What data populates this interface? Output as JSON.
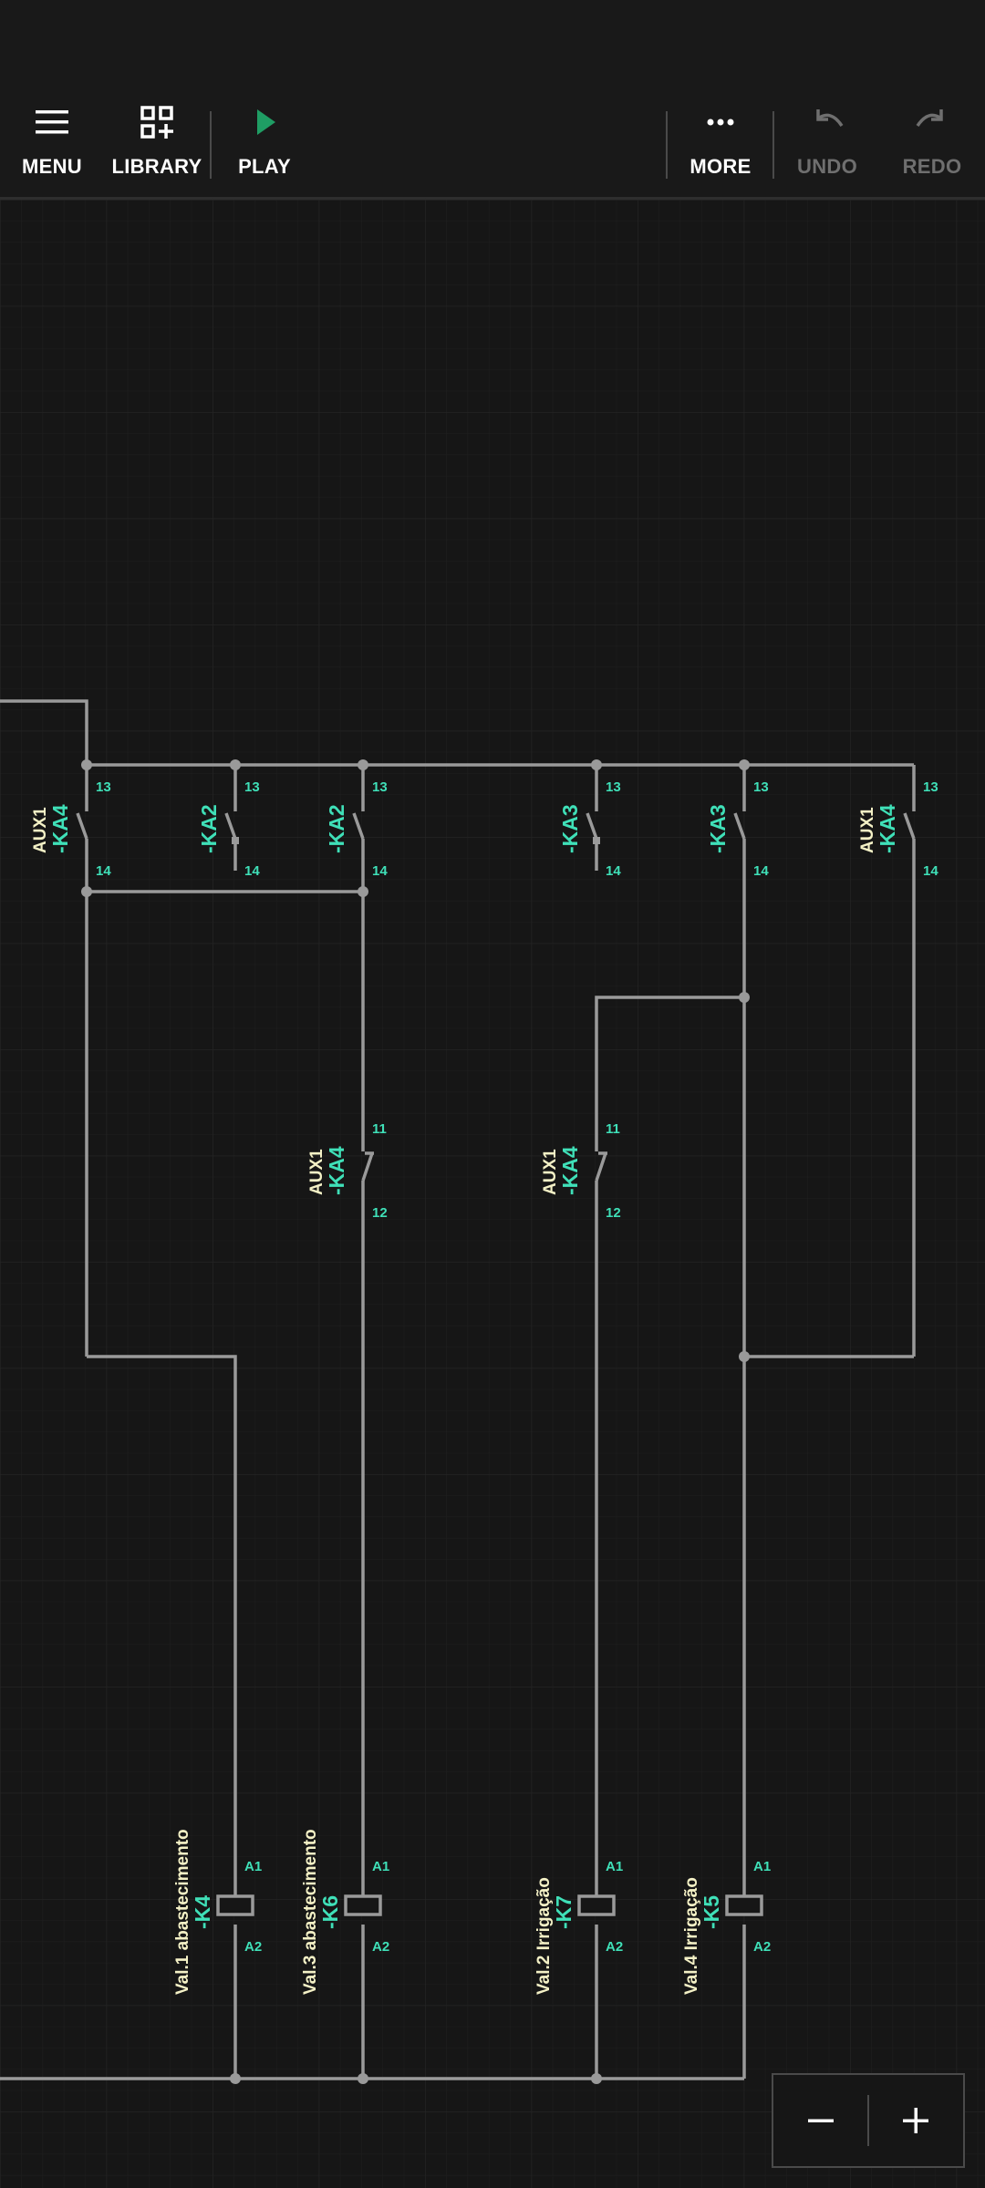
{
  "toolbar": {
    "menu_label": "MENU",
    "library_label": "LIBRARY",
    "play_label": "PLAY",
    "more_label": "MORE",
    "undo_label": "UNDO",
    "redo_label": "REDO",
    "icons": {
      "menu": "hamburger-icon",
      "library": "grid-plus-icon",
      "play": "play-icon",
      "more": "ellipsis-icon",
      "undo": "undo-icon",
      "redo": "redo-icon"
    },
    "play_color": "#1f9d64"
  },
  "diagram": {
    "colors": {
      "tag": "#3fe0b8",
      "desc": "#f4f1c6",
      "pin": "#3fe0b8",
      "wire": "#9a9a9a"
    },
    "contacts": [
      {
        "tag": "-KA4",
        "desc": "AUX1",
        "pin_top": "13",
        "pin_bottom": "14"
      },
      {
        "tag": "-KA2",
        "desc": "",
        "pin_top": "13",
        "pin_bottom": "14"
      },
      {
        "tag": "-KA2",
        "desc": "",
        "pin_top": "13",
        "pin_bottom": "14"
      },
      {
        "tag": "-KA3",
        "desc": "",
        "pin_top": "13",
        "pin_bottom": "14"
      },
      {
        "tag": "-KA3",
        "desc": "",
        "pin_top": "13",
        "pin_bottom": "14"
      },
      {
        "tag": "-KA4",
        "desc": "AUX1",
        "pin_top": "13",
        "pin_bottom": "14"
      },
      {
        "tag": "-KA4",
        "desc": "AUX1",
        "pin_top": "11",
        "pin_bottom": "12"
      },
      {
        "tag": "-KA4",
        "desc": "AUX1",
        "pin_top": "11",
        "pin_bottom": "12"
      }
    ],
    "coils": [
      {
        "tag": "-K4",
        "desc": "Val.1 abastecimento",
        "pin_top": "A1",
        "pin_bottom": "A2"
      },
      {
        "tag": "-K6",
        "desc": "Val.3 abastecimento",
        "pin_top": "A1",
        "pin_bottom": "A2"
      },
      {
        "tag": "-K7",
        "desc": "Val.2 Irrigação",
        "pin_top": "A1",
        "pin_bottom": "A2"
      },
      {
        "tag": "-K5",
        "desc": "Val.4 Irrigação",
        "pin_top": "A1",
        "pin_bottom": "A2"
      }
    ]
  },
  "zoom": {
    "minus_icon": "minus-icon",
    "plus_icon": "plus-icon"
  }
}
